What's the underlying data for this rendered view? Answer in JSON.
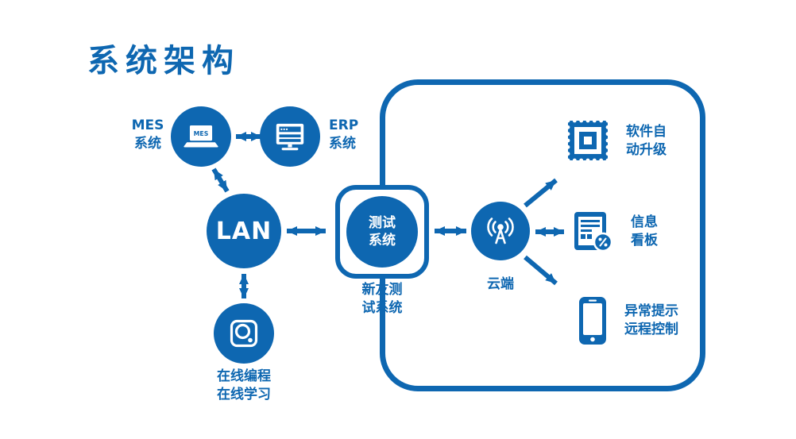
{
  "title": "系统架构",
  "colors": {
    "primary": "#0e67b1",
    "background": "#ffffff",
    "icon_foreground": "#ffffff"
  },
  "mes": {
    "label1": "MES",
    "label2": "系统",
    "screen_text": "MES",
    "icon": "laptop-icon"
  },
  "erp": {
    "label1": "ERP",
    "label2": "系统",
    "icon": "monitor-icon"
  },
  "lan": {
    "label": "LAN"
  },
  "test": {
    "line1": "测试",
    "line2": "系统",
    "caption1": "新友测",
    "caption2": "试系统"
  },
  "online": {
    "caption1": "在线编程",
    "caption2": "在线学习",
    "icon": "drive-search-icon"
  },
  "cloud": {
    "caption": "云端",
    "icon": "antenna-broadcast-icon"
  },
  "upgrade": {
    "label1": "软件自",
    "label2": "动升级",
    "icon": "stamp-icon"
  },
  "board": {
    "label1": "信息",
    "label2": "看板",
    "icon": "dashboard-icon"
  },
  "phone": {
    "label1": "异常提示",
    "label2": "远程控制",
    "icon": "smartphone-icon"
  },
  "connections": [
    {
      "from": "mes",
      "to": "erp",
      "type": "bidirectional"
    },
    {
      "from": "mes",
      "to": "lan",
      "type": "bidirectional"
    },
    {
      "from": "lan",
      "to": "test",
      "type": "bidirectional"
    },
    {
      "from": "lan",
      "to": "online",
      "type": "bidirectional"
    },
    {
      "from": "test",
      "to": "cloud",
      "type": "bidirectional"
    },
    {
      "from": "cloud",
      "to": "upgrade",
      "type": "single"
    },
    {
      "from": "cloud",
      "to": "board",
      "type": "bidirectional"
    },
    {
      "from": "cloud",
      "to": "phone",
      "type": "single"
    }
  ]
}
